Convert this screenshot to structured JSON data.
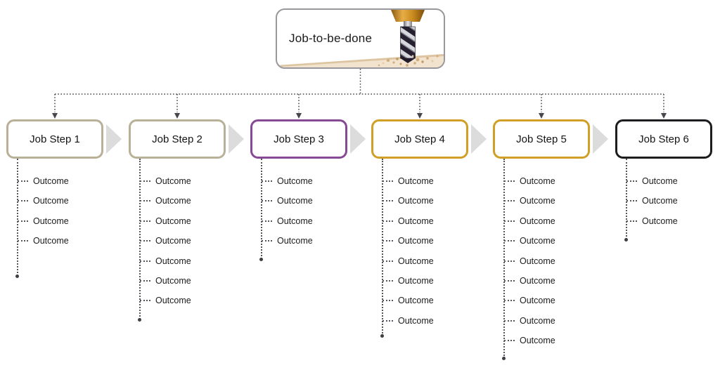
{
  "root": {
    "label": "Job-to-be-done",
    "image": "drill-bit-drilling-into-wood-photo"
  },
  "steps": [
    {
      "label": "Job Step 1",
      "border_color": "#b9b197",
      "outcomes": [
        "Outcome",
        "Outcome",
        "Outcome",
        "Outcome"
      ]
    },
    {
      "label": "Job Step 2",
      "border_color": "#b9b197",
      "outcomes": [
        "Outcome",
        "Outcome",
        "Outcome",
        "Outcome",
        "Outcome",
        "Outcome",
        "Outcome"
      ]
    },
    {
      "label": "Job Step 3",
      "border_color": "#864a94",
      "outcomes": [
        "Outcome",
        "Outcome",
        "Outcome",
        "Outcome"
      ]
    },
    {
      "label": "Job Step 4",
      "border_color": "#d19f26",
      "outcomes": [
        "Outcome",
        "Outcome",
        "Outcome",
        "Outcome",
        "Outcome",
        "Outcome",
        "Outcome",
        "Outcome"
      ]
    },
    {
      "label": "Job Step 5",
      "border_color": "#d19f26",
      "outcomes": [
        "Outcome",
        "Outcome",
        "Outcome",
        "Outcome",
        "Outcome",
        "Outcome",
        "Outcome",
        "Outcome",
        "Outcome"
      ]
    },
    {
      "label": "Job Step 6",
      "border_color": "#1d1d1f",
      "outcomes": [
        "Outcome",
        "Outcome",
        "Outcome"
      ]
    }
  ],
  "colors": {
    "root_border": "#98989c",
    "connector": "#46464c",
    "chevron": "#dcdcdc",
    "text": "#1b1b1d",
    "wood": "#f1e3cd",
    "brass_chuck": "#c98a1d"
  }
}
